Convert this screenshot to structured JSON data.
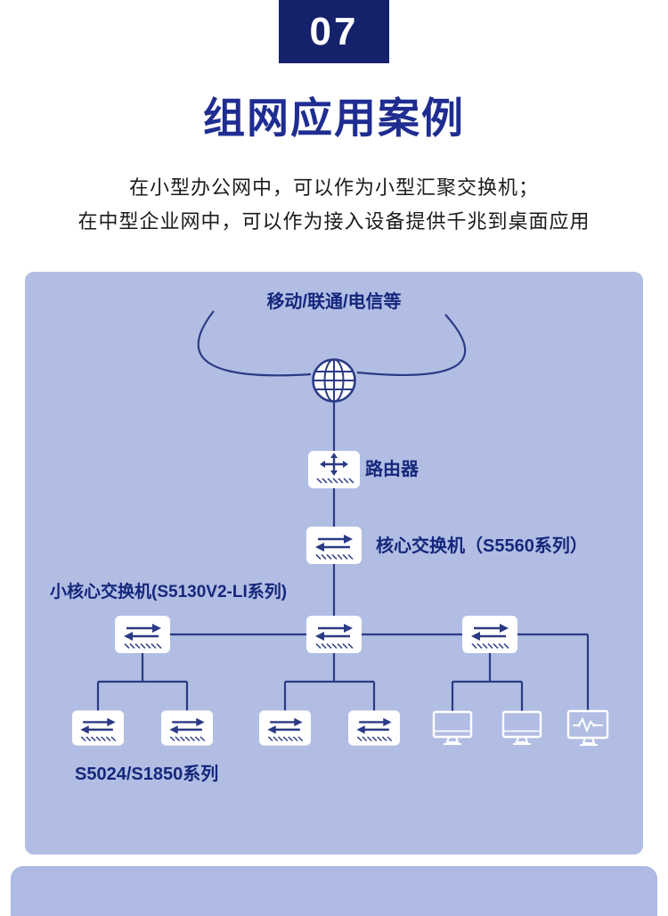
{
  "header": {
    "badge": "07",
    "title": "组网应用案例",
    "description": [
      "在小型办公网中，可以作为小型汇聚交换机；",
      "在中型企业网中，可以作为接入设备提供千兆到桌面应用"
    ]
  },
  "diagram": {
    "isp_label": "移动/联通/电信等",
    "router_label": "路由器",
    "core_switch_label": "核心交换机（S5560系列）",
    "aggregation_label": "小核心交换机(S5130V2-LI系列)",
    "access_label": "S5024/S1850系列",
    "icons": {
      "internet": "globe-icon",
      "router": "router-icon",
      "switch": "switch-icon",
      "pc": "monitor-icon",
      "monitoring": "waveform-monitor-icon"
    }
  },
  "colors": {
    "badge_bg": "#16216b",
    "title": "#1f2d92",
    "panel_bg": "#b2bde4",
    "diagram_line": "#2b3a85",
    "diagram_label": "#15277b",
    "next_section_bg": "#aeb9e4"
  }
}
